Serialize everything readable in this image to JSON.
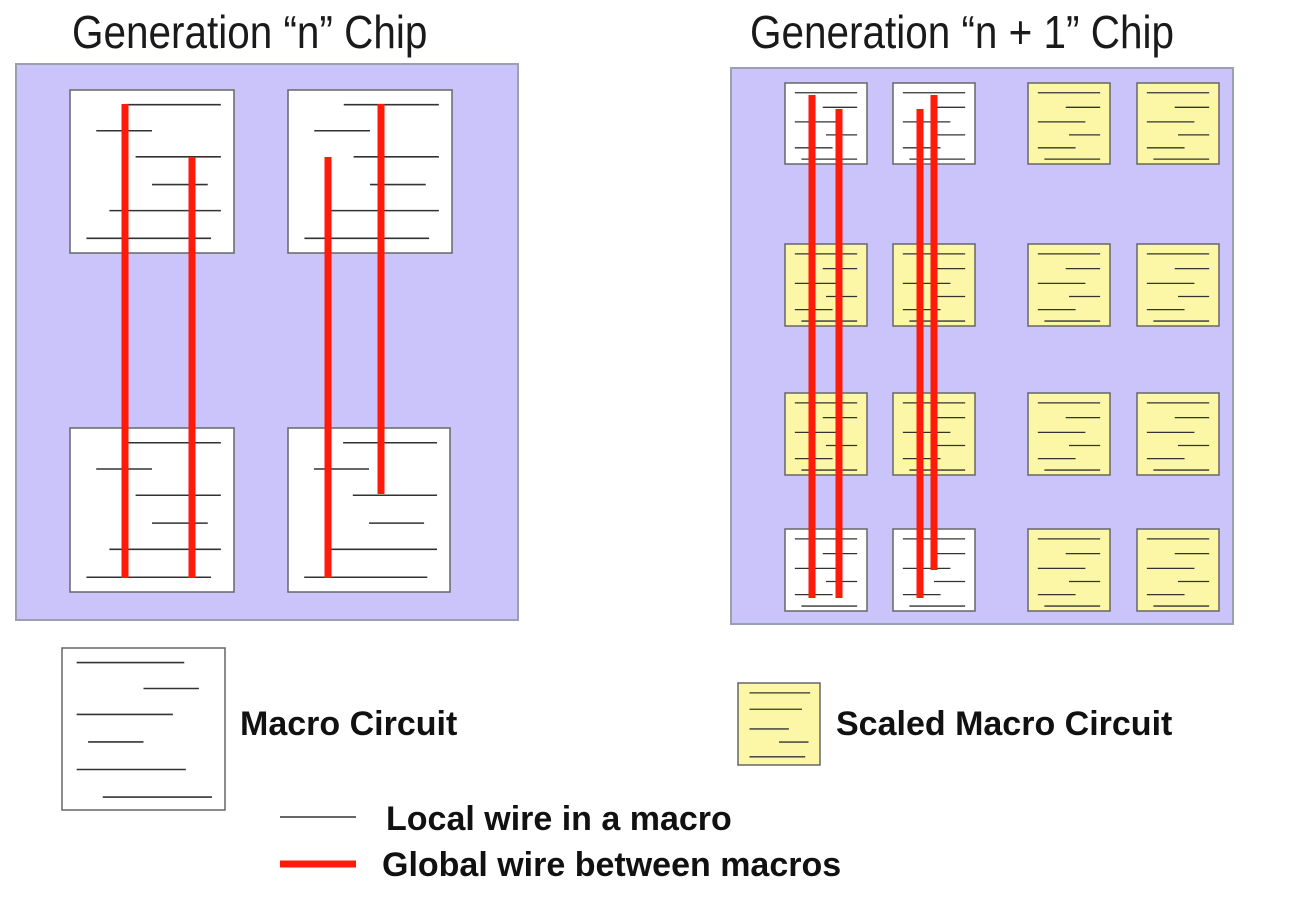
{
  "titles": {
    "gen_n": "Generation “n” Chip",
    "gen_n1": "Generation “n + 1” Chip"
  },
  "legend": {
    "macro_circuit": "Macro Circuit",
    "scaled_macro_circuit": "Scaled Macro Circuit",
    "local_wire": "Local wire in a macro",
    "global_wire": "Global wire between macros"
  },
  "colors": {
    "chip_fill": "#cbc4fa",
    "chip_border": "#9aa0b0",
    "macro_fill": "#ffffff",
    "scaled_macro_fill": "#fbf7a6",
    "macro_border": "#666666",
    "local_wire": "#333333",
    "global_wire": "#ff1a0a"
  }
}
